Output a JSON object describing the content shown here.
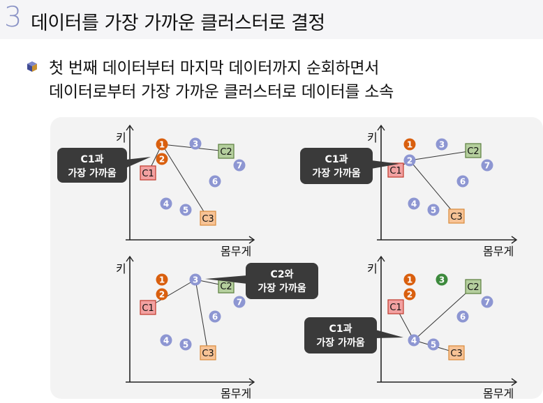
{
  "header": {
    "number": "3",
    "title": "데이터를 가장 가까운 클러스터로 결정"
  },
  "bullet": {
    "line1": "첫 번째 데이터부터 마지막 데이터까지 순회하면서",
    "line2": "데이터로부터 가장 가까운 클러스터로 데이터를 소속"
  },
  "axis": {
    "y_label": "키",
    "x_label": "몸무게"
  },
  "colors": {
    "unassigned": "#8d96d2",
    "assigned_c1": "#d95f0e",
    "assigned_c2": "#3d8a3d",
    "c1_fill": "#f2a1a1",
    "c2_fill": "#b5cf9e",
    "c3_fill": "#f7c396",
    "callout": "#3a3a3a"
  },
  "clusters": [
    "C1",
    "C2",
    "C3"
  ],
  "points": [
    "1",
    "2",
    "3",
    "4",
    "5",
    "6",
    "7"
  ],
  "panels": [
    {
      "callout_line1": "C1과",
      "callout_line2": "가장 가까움",
      "current_point": "1",
      "assigned": {
        "1": "c1",
        "2": "c1"
      }
    },
    {
      "callout_line1": "C1과",
      "callout_line2": "가장 가까움",
      "current_point": "2",
      "assigned": {
        "1": "c1"
      }
    },
    {
      "callout_line1": "C2와",
      "callout_line2": "가장 가까움",
      "current_point": "3",
      "assigned": {
        "1": "c1",
        "2": "c1"
      }
    },
    {
      "callout_line1": "C1과",
      "callout_line2": "가장 가까움",
      "current_point": "4",
      "assigned": {
        "1": "c1",
        "2": "c1",
        "3": "c2"
      }
    }
  ]
}
